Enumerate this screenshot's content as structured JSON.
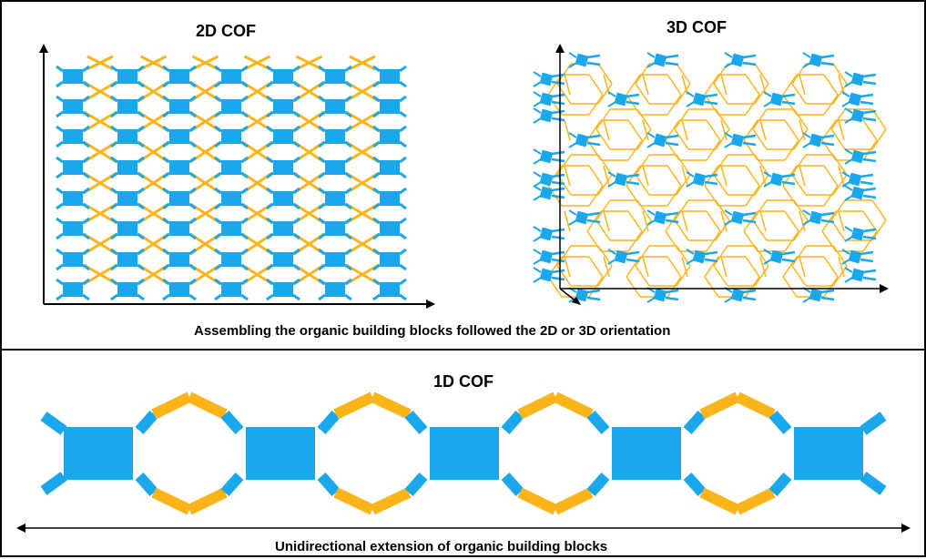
{
  "top_panel": {
    "title_2d": "2D COF",
    "title_3d": "3D COF",
    "caption": "Assembling the organic building blocks followed the 2D or 3D orientation"
  },
  "bottom_panel": {
    "title_1d": "1D COF",
    "caption": "Unidirectional extension of organic building blocks"
  },
  "colors": {
    "node_blue": "#1aa7ec",
    "linker_orange": "#fcb41b",
    "axis": "#000000"
  },
  "icons": {
    "node": "blue-square-node-icon",
    "linker": "orange-bar-linker-icon"
  }
}
